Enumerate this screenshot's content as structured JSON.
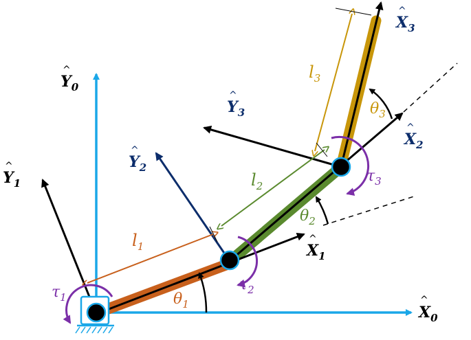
{
  "colors": {
    "base_frame": "#1aa7e8",
    "link1": "#c8601c",
    "link2": "#5a8a2e",
    "link3": "#c8960a",
    "frame_dark": "#0c2d6b",
    "torque": "#7b2fa8",
    "black": "#000000"
  },
  "labels": {
    "x0": {
      "main": "X",
      "sub": "0"
    },
    "y0": {
      "main": "Y",
      "sub": "0"
    },
    "x1": {
      "main": "X",
      "sub": "1"
    },
    "y1": {
      "main": "Y",
      "sub": "1"
    },
    "x2": {
      "main": "X",
      "sub": "2"
    },
    "y2": {
      "main": "Y",
      "sub": "2"
    },
    "x3": {
      "main": "X",
      "sub": "3"
    },
    "y3": {
      "main": "Y",
      "sub": "3"
    },
    "l1": {
      "main": "l",
      "sub": "1"
    },
    "l2": {
      "main": "l",
      "sub": "2"
    },
    "l3": {
      "main": "l",
      "sub": "3"
    },
    "theta1": {
      "main": "θ",
      "sub": "1"
    },
    "theta2": {
      "main": "θ",
      "sub": "2"
    },
    "theta3": {
      "main": "θ",
      "sub": "3"
    },
    "tau1": {
      "main": "τ",
      "sub": "1"
    },
    "tau2": {
      "main": "τ",
      "sub": "2"
    },
    "tau3": {
      "main": "τ",
      "sub": "3"
    }
  }
}
